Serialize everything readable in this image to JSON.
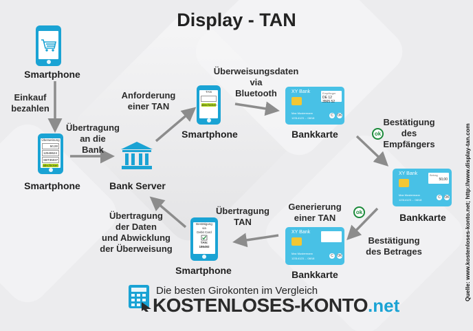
{
  "title": "Display - TAN",
  "colors": {
    "accent": "#1aa3d4",
    "card": "#48c1e6",
    "arrow": "#8c8c8c",
    "confirm": "#b6e21f",
    "ok": "#1b8a3a"
  },
  "nodes": {
    "smartphone_top": "Smartphone",
    "smartphone_mid": "Smartphone",
    "bank_server": "Bank Server",
    "smartphone_center": "Smartphone",
    "bankkarte_top": "Bankkarte",
    "bankkarte_right": "Bankkarte",
    "bankkarte_bottom": "Bankkarte",
    "smartphone_bottom": "Smartphone"
  },
  "labels": {
    "einkauf": "Einkauf\nbezahlen",
    "uebertragung_bank": "Übertragung\nan die\nBank",
    "anforderung": "Anforderung\neiner TAN",
    "ueberweisungsdaten": "Überweisungsdaten\nvia\nBluetooth",
    "bestaetigung_empfaenger": "Bestätigung\ndes\nEmpfängers",
    "bestaetigung_betrag": "Bestätigung\ndes Betrages",
    "generierung": "Generierung\neiner TAN",
    "uebertragung_tan": "Übertragung\nTAN",
    "uebertragung_daten": "Übertragung\nder Daten\nund Abwicklung\nder Überweisung"
  },
  "screens": {
    "mid": {
      "header": "Überweisung",
      "amount": "50,00",
      "line1": "12548624",
      "line2": "SBT35037",
      "button": "abschicken"
    },
    "center": {
      "header": "TAN",
      "button": "abschicken"
    },
    "bottom": {
      "line1": "Bestätigung",
      "line2": "via",
      "line3": "Debit Card",
      "tan_label": "TAN:",
      "tan_value": "186492"
    }
  },
  "cards": {
    "bank": "XY Bank",
    "panel_top": "DE 12 3565 52",
    "panel_right": "50,00",
    "panel_caption": "Empfänger",
    "panel_caption2": "Betrag",
    "holder": "Max Mustermann",
    "iban": "12314123  ...  08/18",
    "c1": "C",
    "c2": "OK"
  },
  "ok_badge": "ok",
  "icons": [
    "cart-icon",
    "bank-building-icon",
    "checkbox-icon",
    "ok-icon",
    "chip-icon",
    "calculator-logo-icon"
  ],
  "logo": {
    "tagline": "Die besten Girokonten im Vergleich",
    "brand": "KOSTENLOSES-KONTO",
    "tld": ".net"
  },
  "source": "Quelle: www.kostenloses-konto.net; http://www.display-tan.com"
}
